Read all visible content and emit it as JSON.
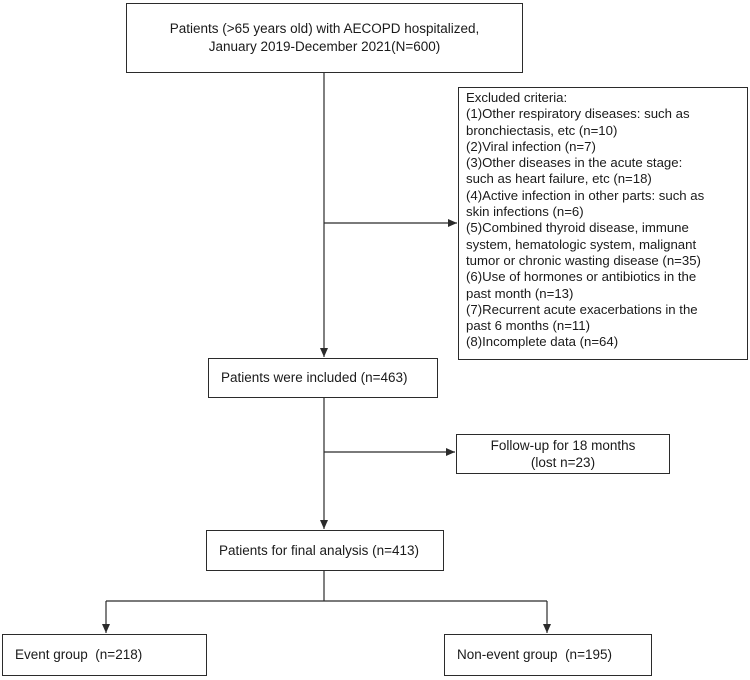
{
  "flow": {
    "start": {
      "lines": [
        "Patients (>65 years old) with AECOPD hospitalized,",
        "January 2019-December 2021(N=600)"
      ]
    },
    "excluded": {
      "lines": [
        "Excluded criteria:",
        "(1)Other respiratory diseases: such as",
        "bronchiectasis, etc (n=10)",
        "(2)Viral infection (n=7)",
        "(3)Other diseases in the acute stage:",
        "such as heart failure, etc (n=18)",
        "(4)Active infection in other parts: such as",
        "skin infections (n=6)",
        "(5)Combined thyroid disease, immune",
        "system, hematologic system, malignant",
        "tumor or chronic wasting disease (n=35)",
        "(6)Use of hormones or antibiotics in the",
        "past month (n=13)",
        "(7)Recurrent acute exacerbations in the",
        "past 6 months (n=11)",
        "(8)Incomplete data (n=64)"
      ]
    },
    "included": {
      "label": "Patients were included (n=463)"
    },
    "followup": {
      "lines": [
        "Follow-up for 18 months",
        "(lost n=23)"
      ]
    },
    "final": {
      "label": "Patients for final analysis (n=413)"
    },
    "event": {
      "label": "Event group  (n=218)"
    },
    "nonevent": {
      "label": "Non-event group  (n=195)"
    }
  }
}
